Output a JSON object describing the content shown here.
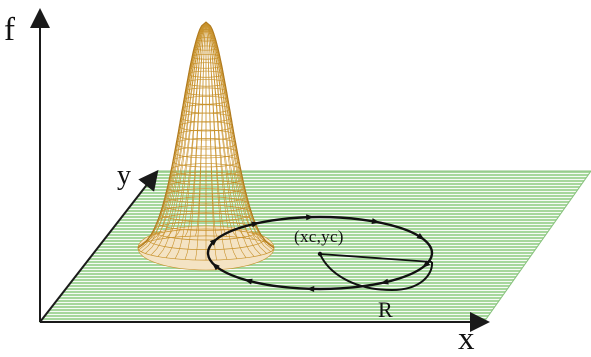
{
  "labels": {
    "f_axis": "f",
    "y_axis": "y",
    "x_axis": "x",
    "radius": "R",
    "center": "(xc,yc)"
  },
  "colors": {
    "plane_fill": "#a6d79c",
    "plane_stripe": "#ffffff",
    "surface_mesh": "#c8922c",
    "surface_base": "#f4e3c4",
    "axis": "#1a1a1a",
    "circle": "#111111"
  }
}
